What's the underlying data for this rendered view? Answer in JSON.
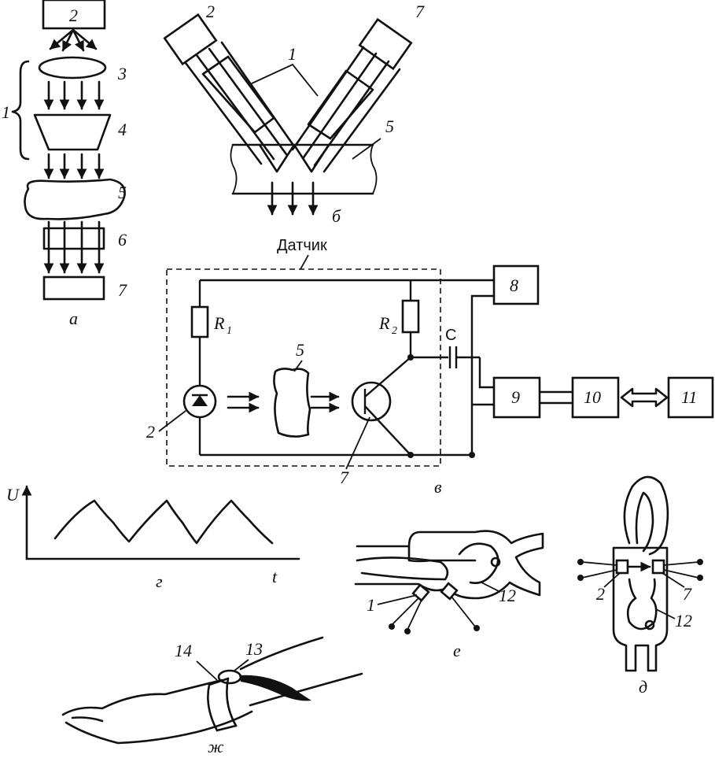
{
  "fig_a": {
    "label_source": "2",
    "label_group": "1",
    "label_lens": "3",
    "label_prism": "4",
    "label_tissue": "5",
    "label_filter": "6",
    "label_detector": "7",
    "caption": "а"
  },
  "fig_b": {
    "label_emitter": "2",
    "label_detector": "7",
    "label_lightguide": "1",
    "label_tissue": "5",
    "caption": "б"
  },
  "fig_v": {
    "sensor_title": "Датчик",
    "r1": "R",
    "r1_sub": "1",
    "r2": "R",
    "r2_sub": "2",
    "cap": "C",
    "label_tissue": "5",
    "label_diode": "2",
    "label_transistor": "7",
    "box_8": "8",
    "box_9": "9",
    "box_10": "10",
    "box_11": "11",
    "caption": "в"
  },
  "fig_g": {
    "y_axis": "U",
    "x_axis": "t",
    "caption": "г"
  },
  "fig_e": {
    "label_sensor": "1",
    "label_animal": "12",
    "caption": "е"
  },
  "fig_d": {
    "label_emitter": "2",
    "label_detector": "7",
    "label_animal": "12",
    "caption": "д"
  },
  "fig_zh": {
    "label_band": "14",
    "label_sensor": "13",
    "caption": "ж"
  }
}
